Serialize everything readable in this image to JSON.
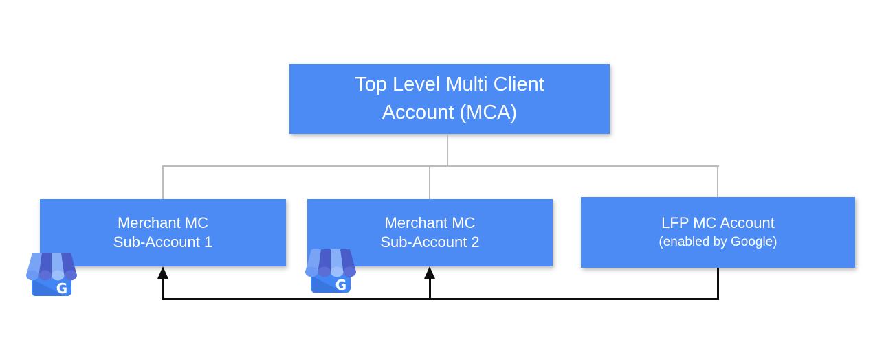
{
  "diagram": {
    "root": {
      "line1": "Top Level Multi Client",
      "line2": "Account (MCA)"
    },
    "children": [
      {
        "id": "merchant-sub-account-1",
        "line1": "Merchant MC",
        "line2": "Sub-Account 1"
      },
      {
        "id": "merchant-sub-account-2",
        "line1": "Merchant MC",
        "line2": "Sub-Account 2"
      },
      {
        "id": "lfp-mc-account",
        "line1": "LFP MC Account",
        "line2": "(enabled by Google)"
      }
    ],
    "badge_letter": "G",
    "colors": {
      "node_fill": "#4C8BF4",
      "node_text": "#FFFFFF",
      "tree_line": "#BBBBBB",
      "arrow_line": "#0D0D0D",
      "gmb_body": "#4285F4",
      "gmb_awning_light": "#79A4F6",
      "gmb_awning_dark": "#4A5CC8"
    }
  }
}
